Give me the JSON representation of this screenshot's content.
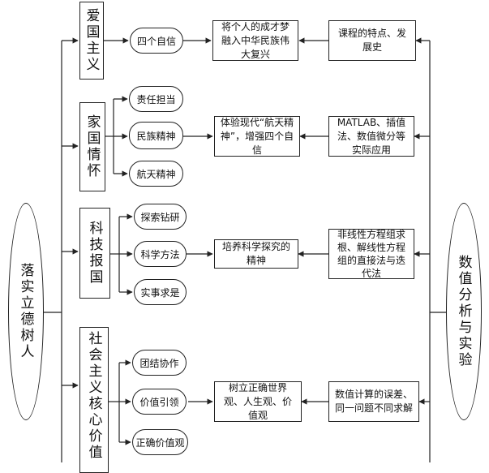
{
  "left_root": {
    "label": "落实立德树人"
  },
  "right_root": {
    "label": "数值分析与实验"
  },
  "categories": [
    {
      "label": "爱国主义"
    },
    {
      "label": "家国情怀"
    },
    {
      "label": "科技报国"
    },
    {
      "label": "社会主义核心价值"
    }
  ],
  "values": [
    {
      "label": "四个自信"
    },
    {
      "label": "责任担当"
    },
    {
      "label": "民族精神"
    },
    {
      "label": "航天精神"
    },
    {
      "label": "探索钻研"
    },
    {
      "label": "科学方法"
    },
    {
      "label": "实事求是"
    },
    {
      "label": "团结协作"
    },
    {
      "label": "价值引领"
    },
    {
      "label": "正确价值观"
    }
  ],
  "goals": [
    {
      "label": "将个人的成才梦融入中华民族伟大复兴"
    },
    {
      "label": "体验现代“航天精神”，增强四个自信"
    },
    {
      "label": "培养科学探究的精神"
    },
    {
      "label": "树立正确世界观、人生观、价值观"
    }
  ],
  "topics": [
    {
      "label": "课程的特点、发展史"
    },
    {
      "label": "MATLAB、插值法、数值微分等实际应用"
    },
    {
      "label": "非线性方程组求根、解线性方程组的直接法与迭代法"
    },
    {
      "label": "数值计算的误差、同一问题不同求解"
    }
  ]
}
